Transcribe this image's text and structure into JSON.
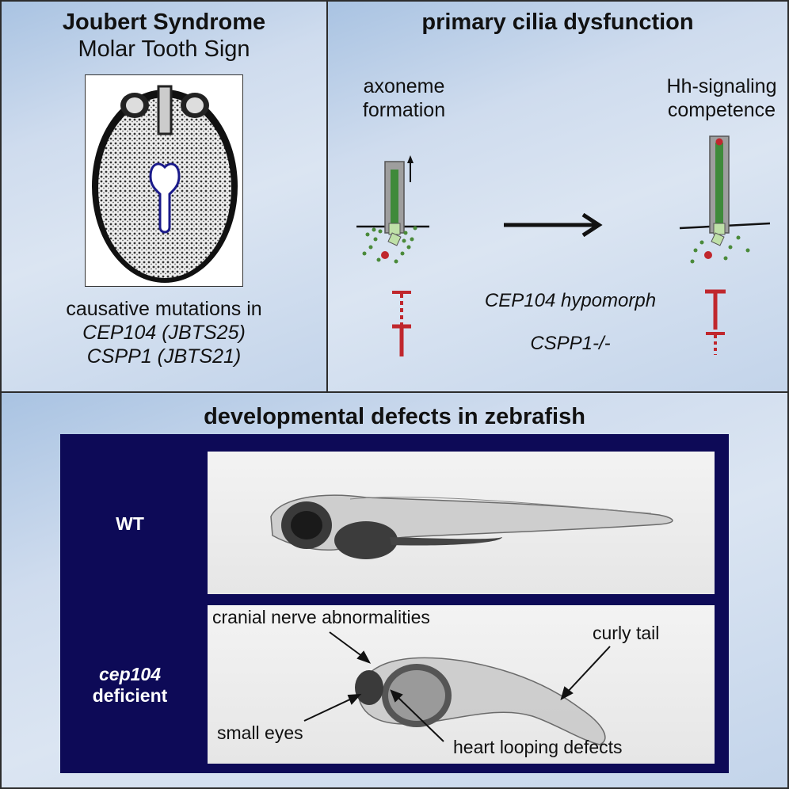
{
  "panel_a": {
    "title": "Joubert Syndrome",
    "subtitle": "Molar Tooth Sign",
    "image_alt": "axial brain MRI with molar tooth sign outlined",
    "mutations_heading": "causative mutations in",
    "genes": [
      "CEP104 (JBTS25)",
      "CSPP1 (JBTS21)"
    ]
  },
  "panel_b": {
    "title": "primary cilia dysfunction",
    "left_label": [
      "axoneme",
      "formation"
    ],
    "right_label": [
      "Hh-signaling",
      "competence"
    ],
    "conditions": [
      "CEP104 hypomorph",
      "CSPP1-/-"
    ],
    "colors": {
      "inhibition": "#c0272d",
      "axoneme": "#3f8a3a",
      "cilium_sheath": "#9e9e9e",
      "tip": "#c0272d",
      "vesicles": "#4a8a3a"
    },
    "effects": {
      "cep104_hypomorph": {
        "axoneme_formation": "weak",
        "hh_signaling": "strong"
      },
      "cspp1_null": {
        "axoneme_formation": "strong",
        "hh_signaling": "weak"
      }
    }
  },
  "panel_c": {
    "title": "developmental defects in zebrafish",
    "rows": [
      {
        "label": [
          "WT"
        ]
      },
      {
        "label": [
          "cep104",
          "deficient"
        ]
      }
    ],
    "annotations": [
      "cranial nerve abnormalities",
      "small eyes",
      "heart looping defects",
      "curly tail"
    ],
    "frame_color": "#0d0a57"
  }
}
